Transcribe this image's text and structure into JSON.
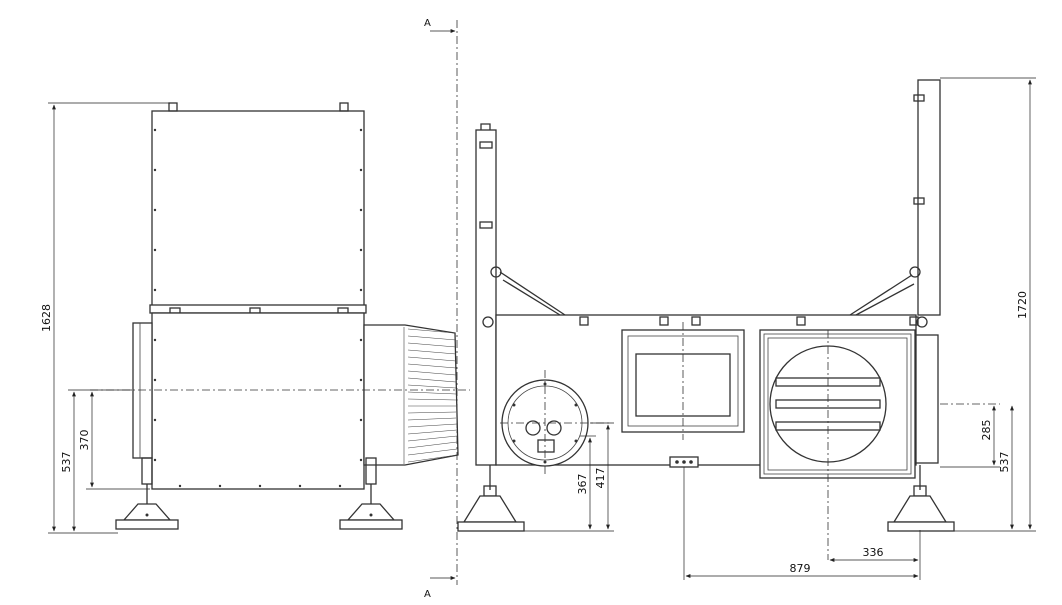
{
  "section_marker": {
    "label": "A"
  },
  "dimensions": {
    "left_height": "1628",
    "left_center_height": "537",
    "left_inlet_height": "370",
    "right_height": "1720",
    "right_center_height": "537",
    "right_inlet_height": "285",
    "port_height_a": "367",
    "port_height_b": "417",
    "horizontal_a": "336",
    "horizontal_b": "879"
  }
}
